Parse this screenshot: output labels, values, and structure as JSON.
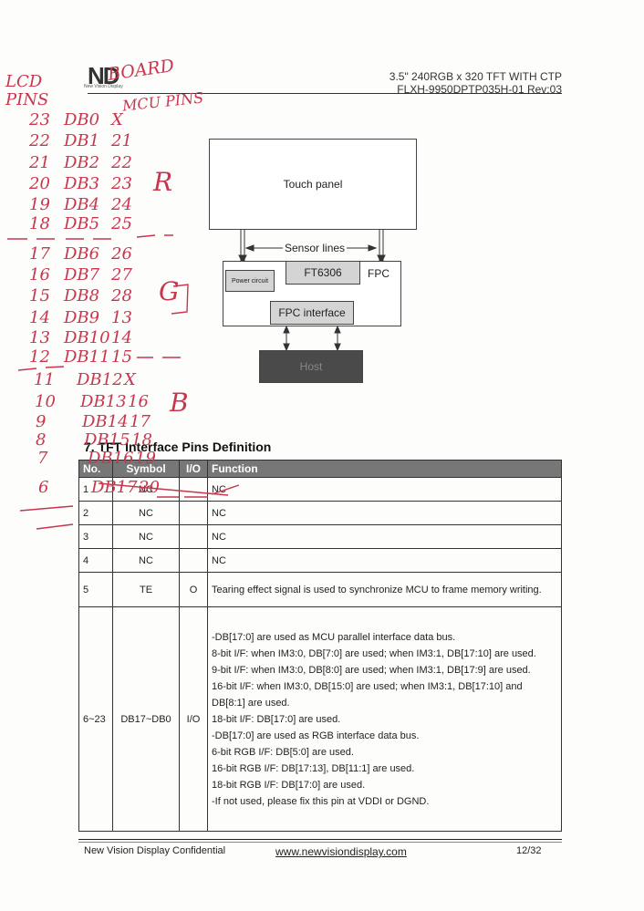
{
  "header": {
    "title_line1": "3.5\" 240RGB x 320 TFT WITH CTP",
    "title_line2": "FLXH-9950DPTP035H-01 Rev:03",
    "logo_text": "ND",
    "logo_subtext": "New Vision Display"
  },
  "diagram": {
    "touch_panel": "Touch panel",
    "sensor_lines": "Sensor lines",
    "ft6306": "FT6306",
    "fpc": "FPC",
    "power_circuit": "Power circuit",
    "fpc_interface": "FPC interface",
    "host": "Host"
  },
  "section": {
    "title": "7. TFT Interface Pins Definition"
  },
  "table": {
    "headers": [
      "No.",
      "Symbol",
      "I/O",
      "Function"
    ],
    "rows": [
      {
        "no": "1",
        "symbol": "NC",
        "io": "",
        "function": "NC"
      },
      {
        "no": "2",
        "symbol": "NC",
        "io": "",
        "function": "NC"
      },
      {
        "no": "3",
        "symbol": "NC",
        "io": "",
        "function": "NC"
      },
      {
        "no": "4",
        "symbol": "NC",
        "io": "",
        "function": "NC"
      },
      {
        "no": "5",
        "symbol": "TE",
        "io": "O",
        "function": "Tearing effect signal is used to synchronize MCU to frame memory writing."
      },
      {
        "no": "6~23",
        "symbol": "DB17~DB0",
        "io": "I/O",
        "function_lines": [
          "-DB[17:0] are used as MCU parallel interface data bus.",
          "8-bit I/F: when IM3:0, DB[7:0] are used; when IM3:1, DB[17:10] are used.",
          "9-bit I/F: when IM3:0, DB[8:0] are used; when IM3:1, DB[17:9] are used.",
          "16-bit I/F: when IM3:0, DB[15:0] are used; when IM3:1, DB[17:10] and",
          "DB[8:1] are used.",
          "18-bit I/F: DB[17:0] are used.",
          "-DB[17:0] are used as RGB interface data bus.",
          "6-bit RGB I/F: DB[5:0] are used.",
          "16-bit RGB I/F: DB[17:13], DB[11:1] are used.",
          "18-bit RGB I/F: DB[17:0] are used.",
          "-If not used, please fix this pin at VDDI or DGND."
        ]
      }
    ]
  },
  "handwriting": {
    "lcd_pins": "LCD PINS",
    "board": "BOARD",
    "mcu_pins": "MCU PINS",
    "rows": [
      {
        "lcd": "23",
        "db": "DB0",
        "mcu": "X"
      },
      {
        "lcd": "22",
        "db": "DB1",
        "mcu": "21"
      },
      {
        "lcd": "21",
        "db": "DB2",
        "mcu": "22"
      },
      {
        "lcd": "20",
        "db": "DB3",
        "mcu": "23"
      },
      {
        "lcd": "19",
        "db": "DB4",
        "mcu": "24"
      },
      {
        "lcd": "18",
        "db": "DB5",
        "mcu": "25"
      },
      {
        "lcd": "17",
        "db": "DB6",
        "mcu": "26"
      },
      {
        "lcd": "16",
        "db": "DB7",
        "mcu": "27"
      },
      {
        "lcd": "15",
        "db": "DB8",
        "mcu": "28"
      },
      {
        "lcd": "14",
        "db": "DB9",
        "mcu": "13"
      },
      {
        "lcd": "13",
        "db": "DB10",
        "mcu": "14"
      },
      {
        "lcd": "12",
        "db": "DB11",
        "mcu": "15"
      },
      {
        "lcd": "11",
        "db": "DB12",
        "mcu": "X"
      },
      {
        "lcd": "10",
        "db": "DB13",
        "mcu": "16"
      },
      {
        "lcd": "9",
        "db": "DB14",
        "mcu": "17"
      },
      {
        "lcd": "8",
        "db": "DB15",
        "mcu": "18"
      },
      {
        "lcd": "7",
        "db": "DB16",
        "mcu": "19"
      },
      {
        "lcd": "6",
        "db": "DB17",
        "mcu": "20"
      }
    ],
    "group_r": "R",
    "group_g": "G",
    "group_b": "B"
  },
  "footer": {
    "left": "New Vision Display Confidential",
    "center": "www.newvisiondisplay.com",
    "page": "12/32"
  }
}
